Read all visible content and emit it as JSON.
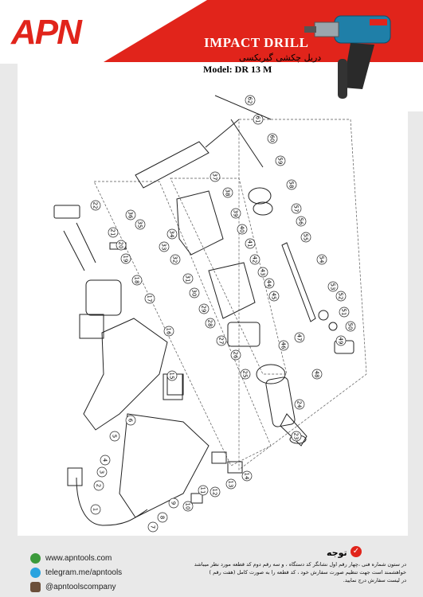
{
  "header": {
    "logo_text": "APN",
    "title_en": "IMPACT DRILL",
    "title_fa": "دریل چکشی گیربکسی",
    "model": "Model: DR 13 M",
    "brand_color": "#e1241b"
  },
  "parts": [
    "1",
    "2",
    "3",
    "4",
    "5",
    "6",
    "7",
    "8",
    "9",
    "10",
    "11",
    "12",
    "13",
    "14",
    "15",
    "16",
    "17",
    "18",
    "19",
    "20",
    "21",
    "22",
    "23",
    "24",
    "25",
    "26",
    "27",
    "28",
    "29",
    "30",
    "31",
    "32",
    "33",
    "34",
    "35",
    "36",
    "37",
    "38",
    "39",
    "40",
    "41",
    "42",
    "43",
    "44",
    "45",
    "46",
    "47",
    "48",
    "49",
    "50",
    "51",
    "52",
    "53",
    "54",
    "55",
    "56",
    "57",
    "58",
    "59",
    "60",
    "61",
    "62"
  ],
  "footer": {
    "website": "www.apntools.com",
    "telegram": "telegram.me/apntools",
    "instagram": "@apntoolscompany",
    "note_title": "توجه",
    "note_line1": "در ستون شماره فنی ،چهار رقم اول نشانگر کد دستگاه ، و سه رقم دوم کد قطعه مورد نظر میباشد",
    "note_line2": "خواهشمند است جهت تنظیم صورت سفارش خود ، کد قطعه را به صورت کامل (هفت رقم )",
    "note_line3": "در لیست سفارش درج نمایید."
  }
}
